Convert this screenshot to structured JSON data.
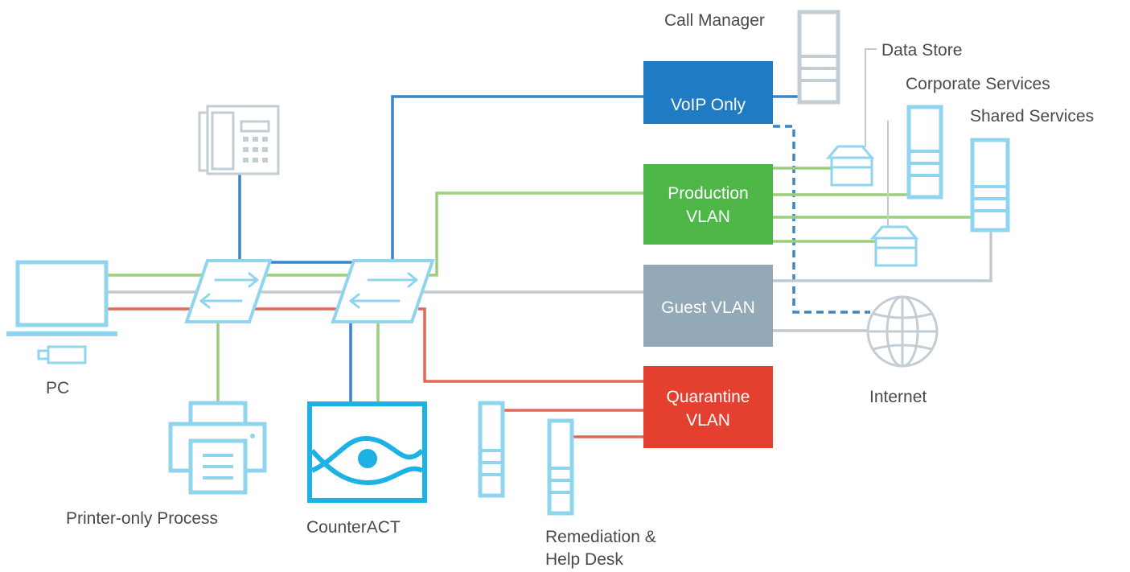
{
  "vlans": {
    "voip": {
      "label": "VoIP Only",
      "color": "#1f7bc4"
    },
    "production": {
      "line1": "Production",
      "line2": "VLAN",
      "color": "#4fb748"
    },
    "guest": {
      "label": "Guest VLAN",
      "color": "#93a9b7"
    },
    "quarantine": {
      "line1": "Quarantine",
      "line2": "VLAN",
      "color": "#e4402f"
    }
  },
  "labels": {
    "call_manager": "Call Manager",
    "data_store": "Data Store",
    "corporate_services": "Corporate Services",
    "shared_services": "Shared Services",
    "internet": "Internet",
    "pc": "PC",
    "printer": "Printer-only Process",
    "counteract": "CounterACT",
    "remediation_line1": "Remediation &",
    "remediation_line2": "Help Desk"
  },
  "colors": {
    "device": "#8fd5ee",
    "device_gray": "#c3cdd4",
    "link_blue": "#3a86c6",
    "link_green": "#9ccf7c",
    "link_gray": "#c0cad1",
    "link_red": "#e0695c",
    "counteract": "#1cb2e4"
  }
}
